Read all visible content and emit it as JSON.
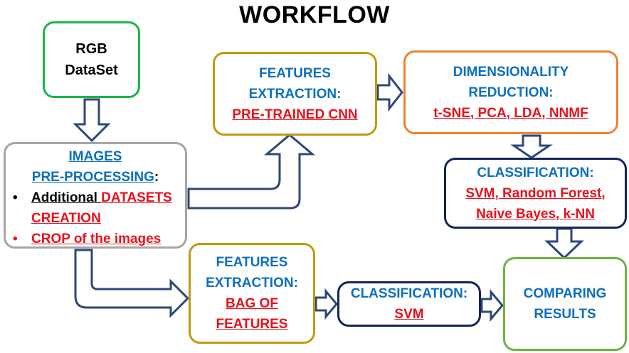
{
  "title": "WORKFLOW",
  "nodes": {
    "rgb": {
      "line1": "RGB",
      "line2": "DataSet"
    },
    "preprocessing": {
      "line1": "IMAGES",
      "line2": "PRE-PROCESSING",
      "line2_suffix": ":",
      "bullet": "•",
      "item1_black": "Additional ",
      "item1_red": "DATASETS",
      "item1_red2": "CREATION",
      "item2": "CROP of the images"
    },
    "features_cnn": {
      "line1": "FEATURES",
      "line2": "EXTRACTION:",
      "line3": "PRE-TRAINED CNN"
    },
    "dimensionality": {
      "line1": "DIMENSIONALITY",
      "line2": "REDUCTION:",
      "line3": "t-SNE, PCA, LDA, NNMF"
    },
    "classification_1": {
      "line1": "CLASSIFICATION:",
      "line2": "SVM, Random Forest,",
      "line3": "Naive Bayes, k-NN"
    },
    "features_bof": {
      "line1": "FEATURES",
      "line2": "EXTRACTION:",
      "line3": "BAG OF",
      "line4": "FEATURES"
    },
    "classification_2": {
      "line1": "CLASSIFICATION:",
      "line2": "SVM"
    },
    "comparing": {
      "line1": "COMPARING",
      "line2": "RESULTS"
    }
  },
  "colors": {
    "heading_blue": "#0b6fbf",
    "method_red": "#e8121b",
    "arrow_outline": "#2e4778",
    "rgb_border": "#1db24d",
    "preprocessing_border": "#a6a6a6",
    "features_border": "#c19a12",
    "dimensionality_border": "#ee8136",
    "classification_border": "#14245a",
    "comparing_border": "#6eb23e"
  }
}
